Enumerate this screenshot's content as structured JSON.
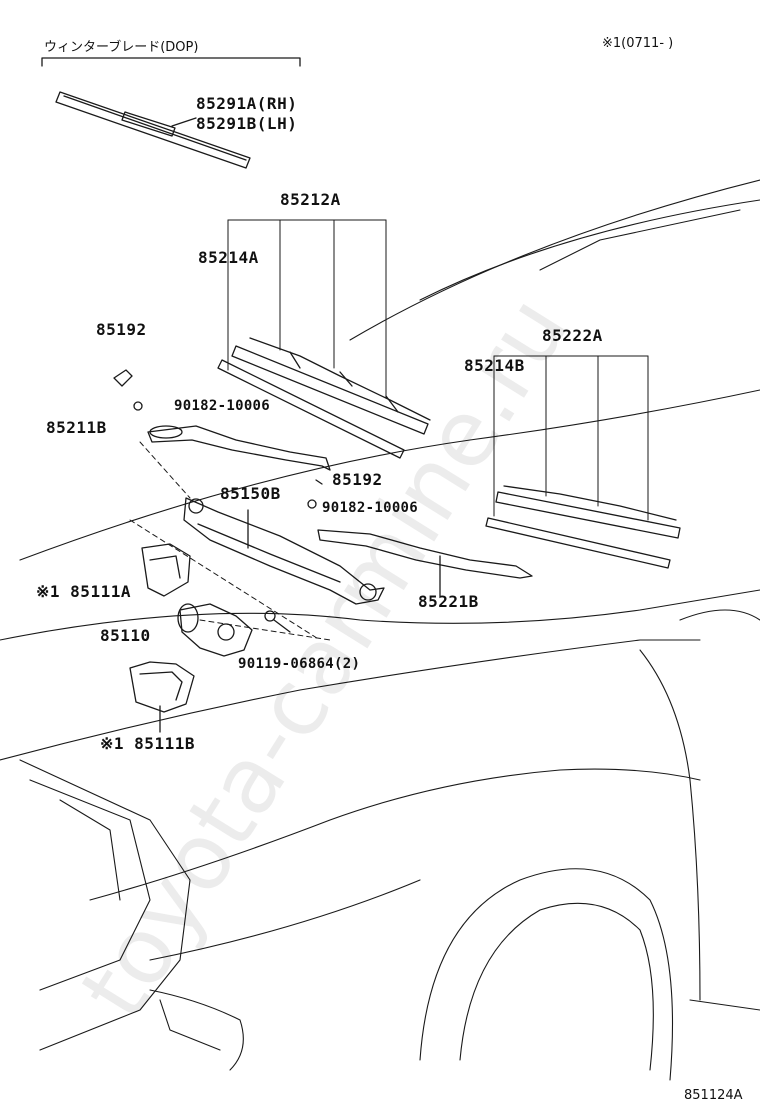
{
  "header": {
    "group_title": "ウィンターブレード(DOP)",
    "applicability": "※1(0711-   )"
  },
  "parts": {
    "blade_rh": "85291A(RH)",
    "blade_lh": "85291B(LH)",
    "blade_assy_a": "85212A",
    "rubber_a": "85214A",
    "cap_upper": "85192",
    "nut_upper": "90182-10006",
    "arm_lh": "85211B",
    "cap_lower": "85192",
    "link": "85150B",
    "nut_lower": "90182-10006",
    "blade_assy_b": "85222A",
    "rubber_b": "85214B",
    "arm_rh": "85221B",
    "cover_a": "※1 85111A",
    "motor": "85110",
    "bolt": "90119-06864(2)",
    "cover_b": "※1 85111B"
  },
  "figure_id": "851124A",
  "watermark": "toyota-carmine.ru"
}
